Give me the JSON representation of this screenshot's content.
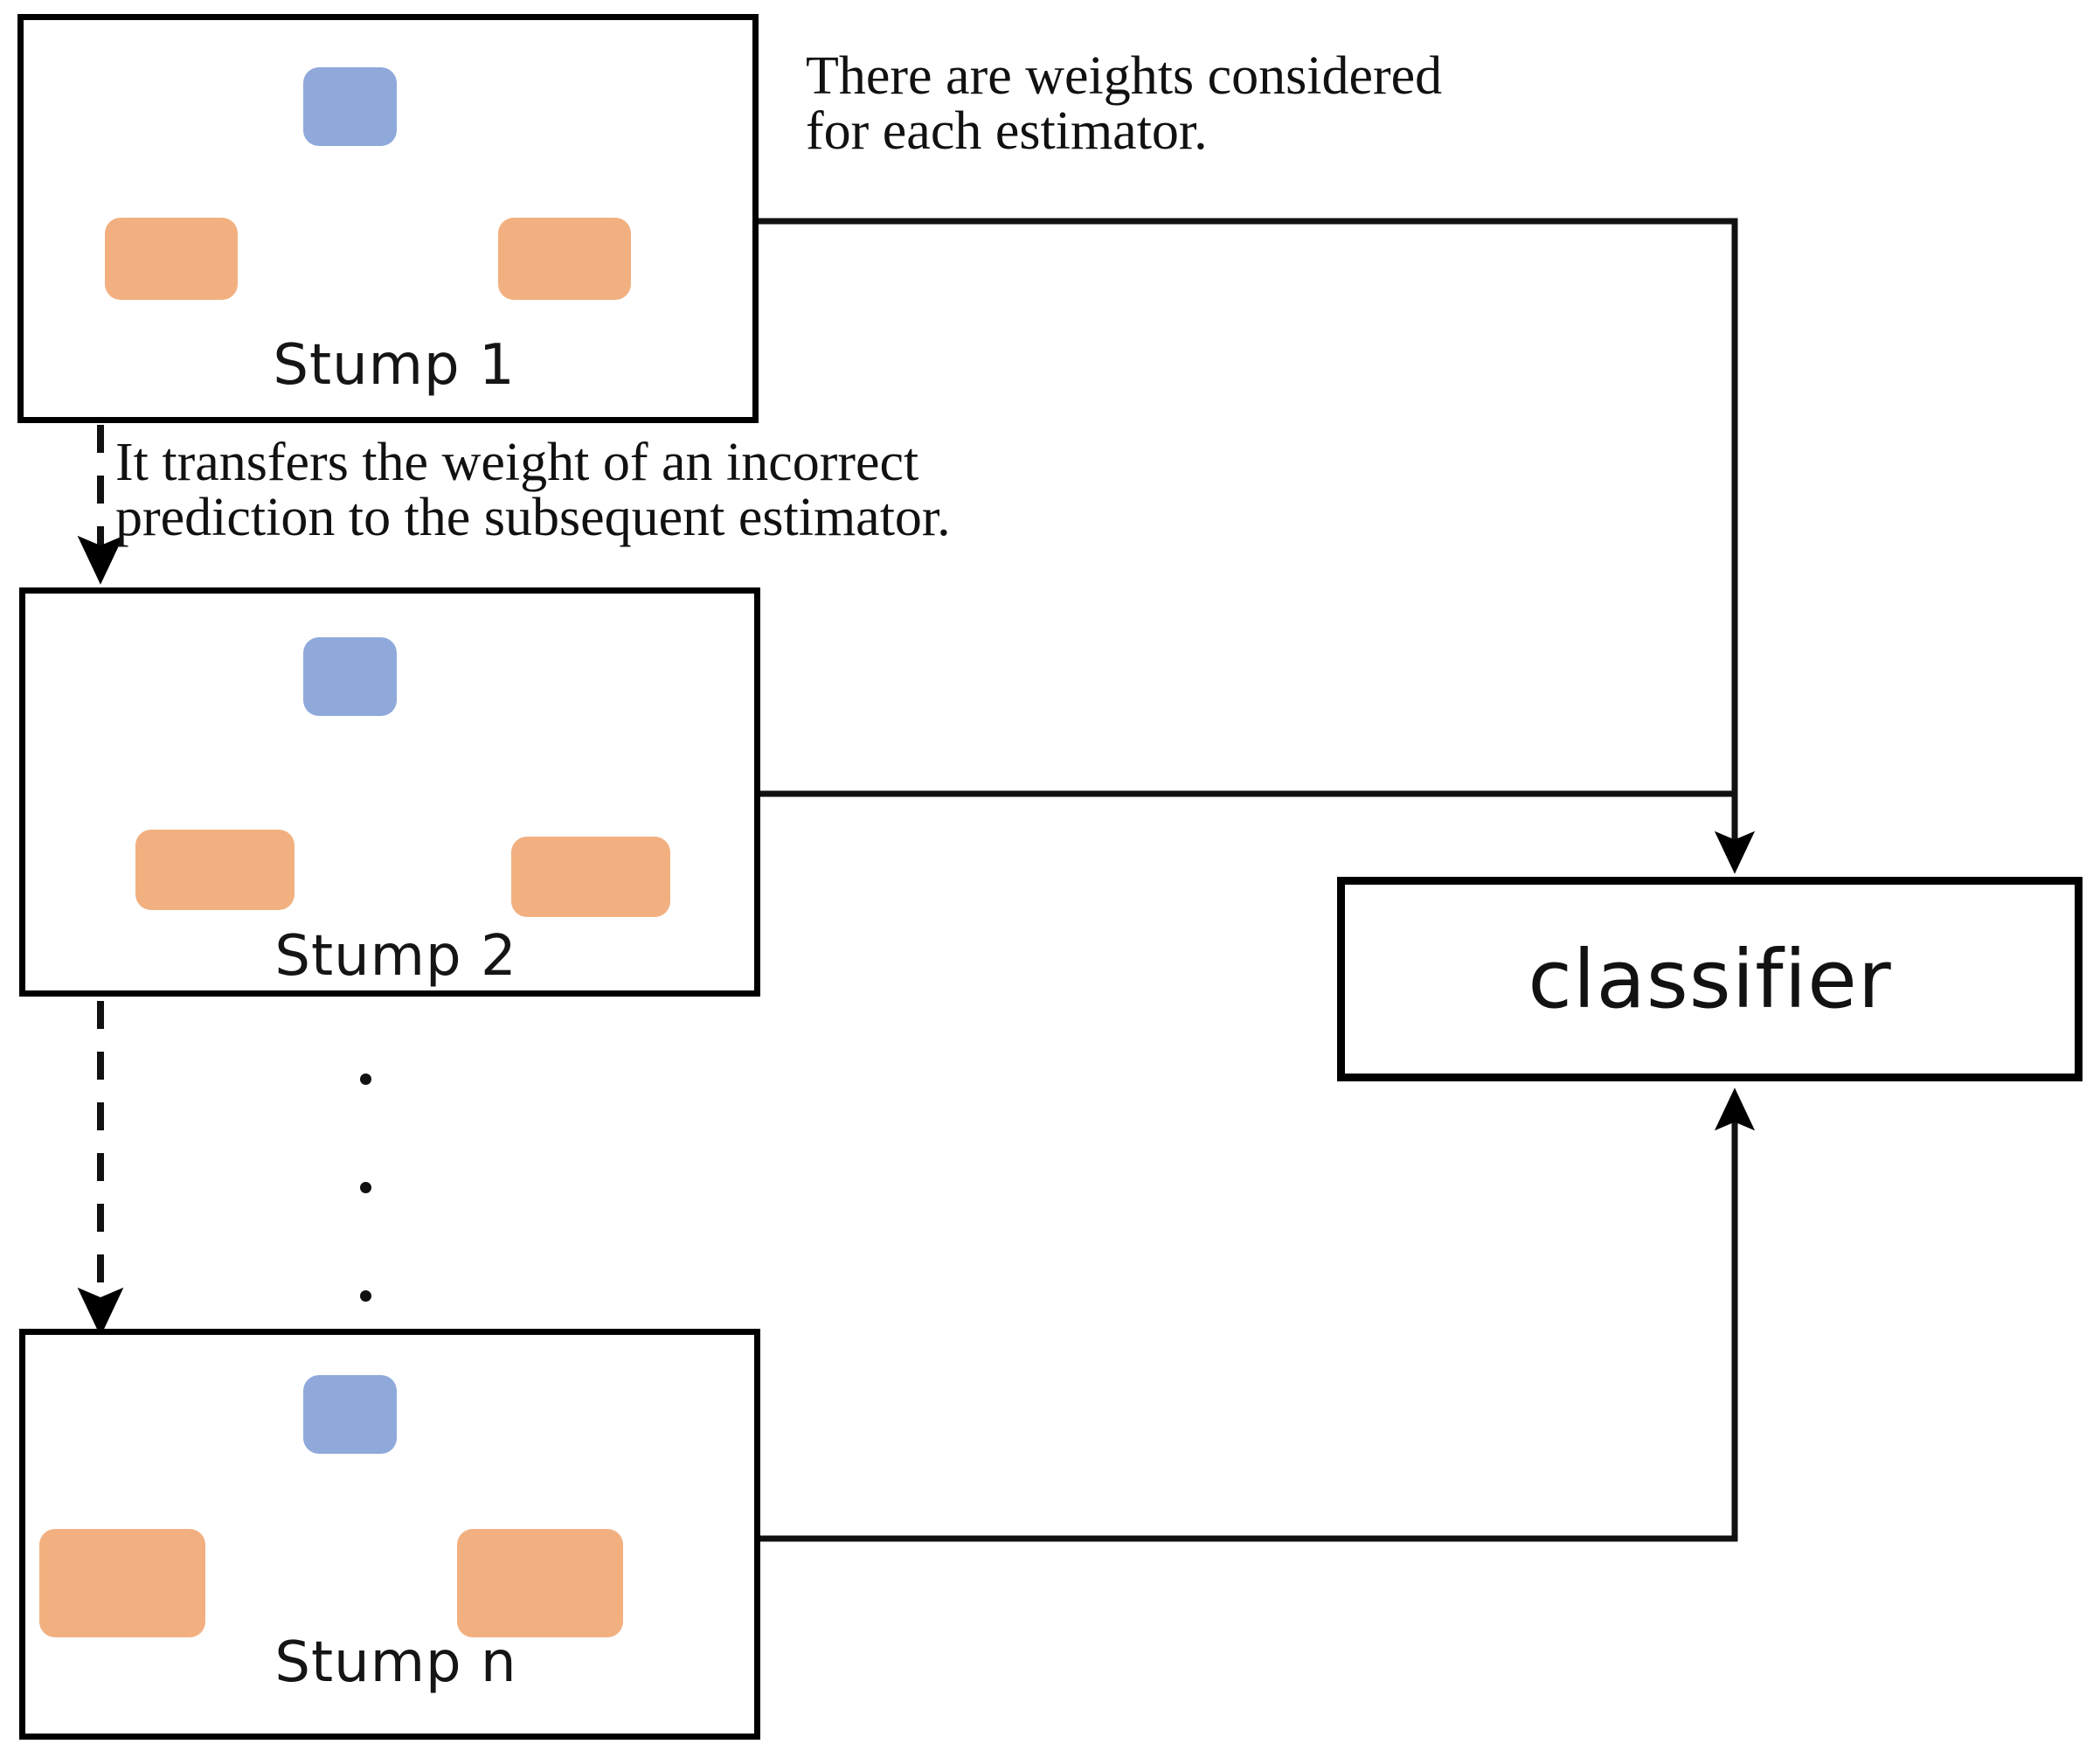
{
  "diagram": {
    "title": "AdaBoost sequential stump ensemble",
    "colors": {
      "root_node": "#8fa9db",
      "leaf_node": "#f2b080",
      "stroke": "#000000",
      "background": "#ffffff"
    },
    "stumps": [
      {
        "label": "Stump 1"
      },
      {
        "label": "Stump 2"
      },
      {
        "label": "Stump n"
      }
    ],
    "annotations": [
      {
        "id": "weights-note",
        "text": "There are weights considered\nfor each estimator."
      },
      {
        "id": "transfer-note",
        "text": "It transfers the weight of an incorrect\nprediction  to the subsequent estimator."
      }
    ],
    "output": {
      "label": "classifier"
    },
    "ellipsis": {
      "dots": 3,
      "meaning": "continuation between Stump 2 and Stump n"
    }
  }
}
